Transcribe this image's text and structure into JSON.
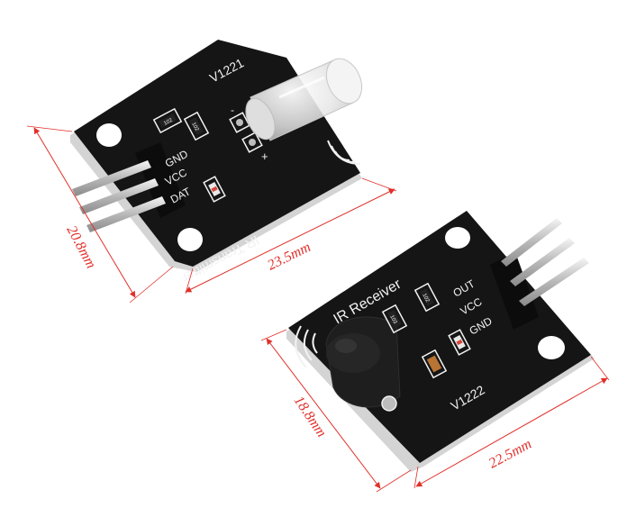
{
  "transmitter": {
    "version": "V1221",
    "title": "IR Transmitter",
    "pins": [
      "GND",
      "VCC",
      "DAT"
    ],
    "polarity_minus": "-",
    "polarity_plus": "+",
    "resistor_code_1": "102",
    "resistor_code_2": "102",
    "dim_width": "23.5mm",
    "dim_height": "20.8mm"
  },
  "receiver": {
    "version": "V1222",
    "title": "IR Receiver",
    "pins": [
      "OUT",
      "VCC",
      "GND"
    ],
    "resistor_code_1": "103",
    "resistor_code_2": "102",
    "dim_width": "22.5mm",
    "dim_height": "18.8mm"
  },
  "colors": {
    "board": "#151515",
    "silkscreen": "#f2f2f2",
    "dimension": "#e0302a",
    "pin_metal": "#c9c9c9",
    "pcb_edge": "#cfcfcf"
  }
}
